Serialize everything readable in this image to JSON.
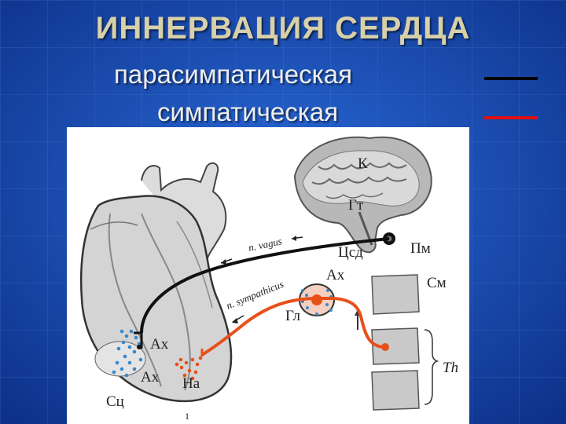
{
  "slide": {
    "title": "ИННЕРВАЦИЯ СЕРДЦА",
    "legend": [
      {
        "label": "парасимпатическая",
        "color": "#000000"
      },
      {
        "label": "симпатическая",
        "color": "#e01010"
      }
    ],
    "background_color": "#1a56c4"
  },
  "figure": {
    "labels": {
      "brain": "К",
      "hypothalamus": "Гт",
      "medulla_center": "Цсд",
      "medulla": "Пм",
      "ach_ganglion": "Ах",
      "spinal_segment": "См",
      "ganglion": "Гл",
      "thoracic": "Th",
      "ach_heart_top": "Ах",
      "ach_heart_bottom": "Ах",
      "noradrenaline": "На",
      "heart_centers": "Сц",
      "page_mark": "1"
    },
    "nerves": {
      "vagus": "n. vagus",
      "sympathicus": "n. sympathicus"
    },
    "colors": {
      "parasympathetic": "#111111",
      "sympathetic": "#e8501a",
      "ach_dots": "#3a88c8",
      "na_dots": "#e8501a"
    }
  }
}
